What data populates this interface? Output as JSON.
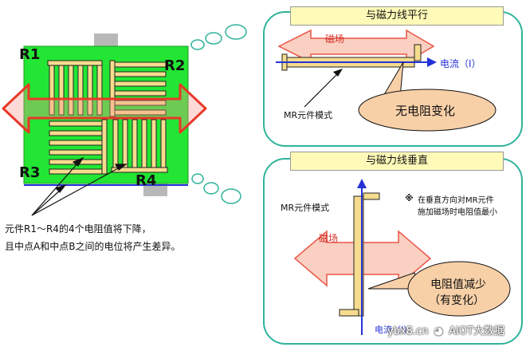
{
  "left": {
    "resistors": [
      "R1",
      "R2",
      "R3",
      "R4"
    ],
    "caption_line1": "元件R1～R4的4个电阻值将下降，",
    "caption_line2": "且中点A和中点B之间的电位将产生差异。"
  },
  "parallel": {
    "title": "与磁力线平行",
    "field_label": "磁场",
    "current_label": "电流（I）",
    "pattern_label": "MR元件模式",
    "result": "无电阻变化"
  },
  "perpendicular": {
    "title": "与磁力线垂直",
    "pattern_label": "MR元件模式",
    "note_mark": "※",
    "note_line1": "在垂直方向对MR元件",
    "note_line2": "施加磁场时电阻值最小",
    "field_label": "磁场",
    "result_line1": "电阻值减少",
    "result_line2": "（有变化）",
    "current_label": "电流（I）"
  },
  "watermark": {
    "site": "ybx8.cn",
    "brand": "AIOT大数据"
  },
  "colors": {
    "board_green": "#22e633",
    "panel_border": "#2fb39b",
    "title_fill": "#fffab8",
    "arrow_red": "#e83828",
    "arrow_fill": "#f8c8b8",
    "current_blue": "#2432d6",
    "element_fill": "#f6dc8e",
    "bubble_fill": "#f8d0a8"
  }
}
